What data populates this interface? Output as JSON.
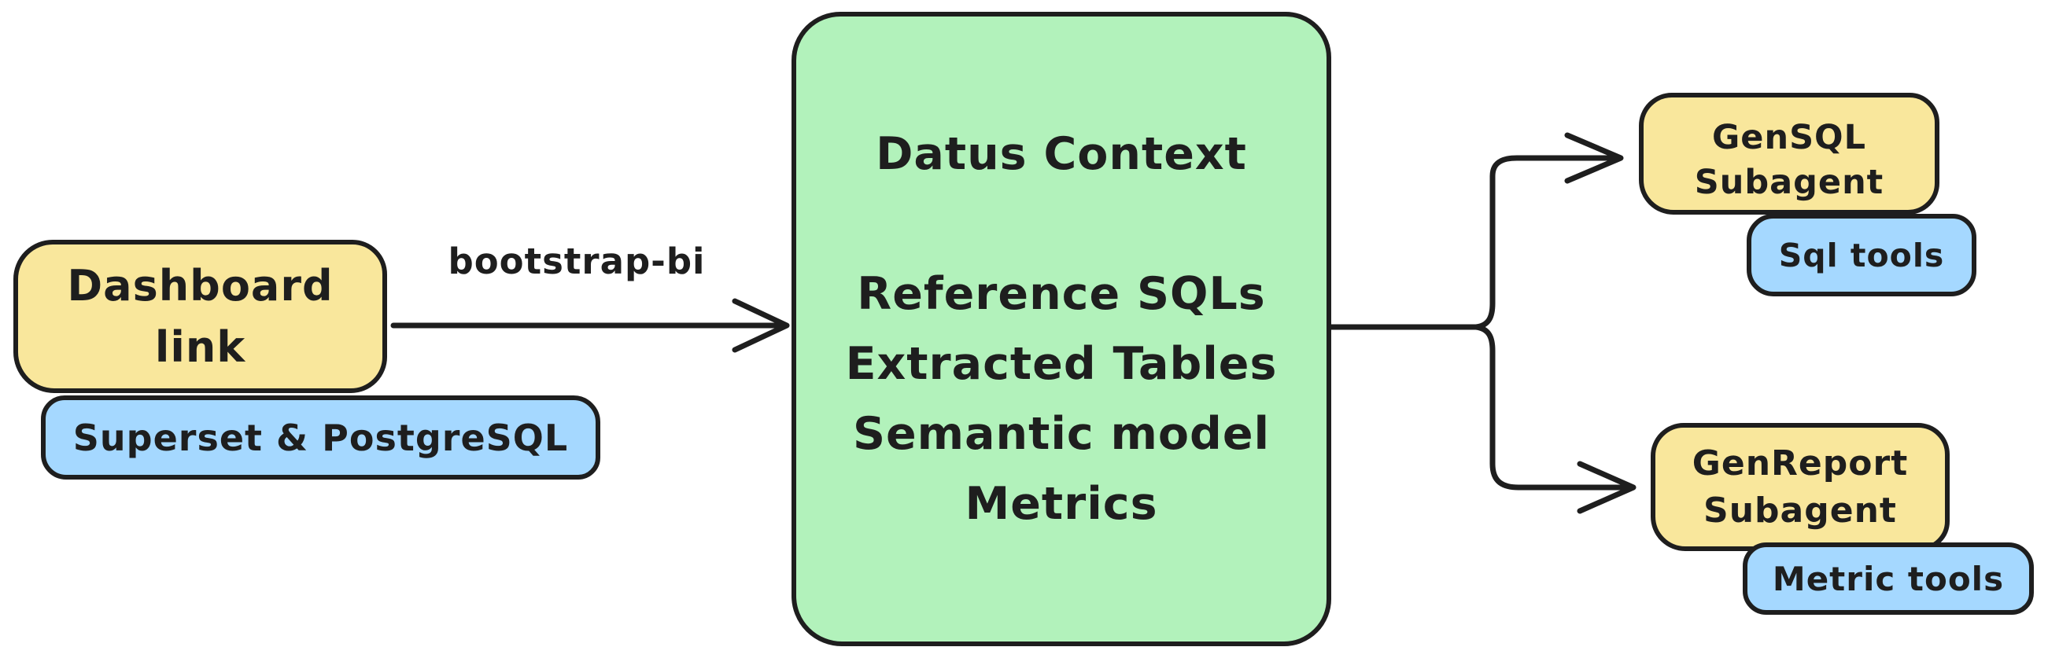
{
  "colors": {
    "yellow": "#f9e79c",
    "blue": "#a5d8ff",
    "green": "#b2f2bb",
    "stroke": "#1e1e1e",
    "background": "#ffffff"
  },
  "nodes": {
    "dashboard": {
      "lines": [
        "Dashboard",
        "link"
      ]
    },
    "superset": {
      "label": "Superset & PostgreSQL"
    },
    "context": {
      "lines": [
        "Datus Context",
        "",
        "Reference SQLs",
        "Extracted Tables",
        "Semantic model",
        "Metrics"
      ]
    },
    "gensql": {
      "lines": [
        "GenSQL",
        "Subagent"
      ]
    },
    "sql_tools": {
      "label": "Sql tools"
    },
    "genreport": {
      "lines": [
        "GenReport",
        "Subagent"
      ]
    },
    "metric_tools": {
      "label": "Metric tools"
    }
  },
  "edges": {
    "bootstrap": {
      "label": "bootstrap-bi"
    }
  }
}
